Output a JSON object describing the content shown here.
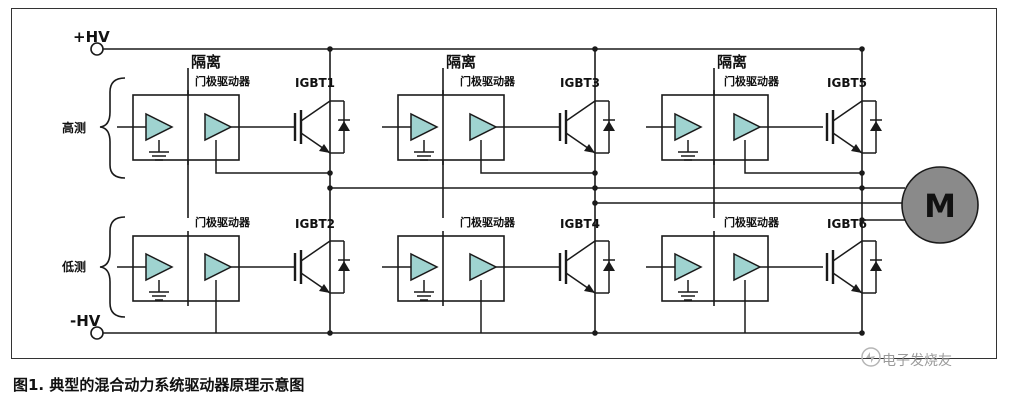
{
  "rails": {
    "positive": "+HV",
    "negative": "-HV"
  },
  "isolation_label": "隔离",
  "gate_driver_label": "门极驱动器",
  "side_labels": {
    "high": "高测",
    "low": "低测"
  },
  "igbts": [
    "IGBT1",
    "IGBT2",
    "IGBT3",
    "IGBT4",
    "IGBT5",
    "IGBT6"
  ],
  "motor_label": "M",
  "caption": "图1. 典型的混合动力系统驱动器原理示意图",
  "watermark": "电子发烧友",
  "colors": {
    "line": "#1a1a1a",
    "amplifier_fill": "#9fd3d0",
    "motor_fill": "#8a8a8a"
  }
}
